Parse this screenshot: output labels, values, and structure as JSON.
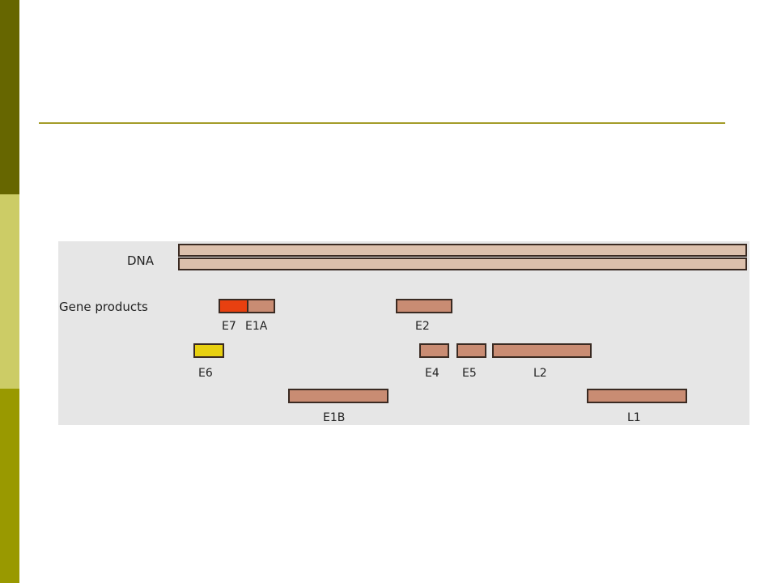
{
  "slide": {
    "colors": {
      "band_top": "#666600",
      "band_middle": "#cccc66",
      "band_bottom": "#999900",
      "rule": "#a39c28"
    }
  },
  "figure": {
    "dna_label": "DNA",
    "gene_products_label": "Gene products",
    "colors": {
      "dna_fill": "#dcc0ac",
      "gene_default": "#c98c73",
      "e7": "#e84010",
      "e6": "#e8d010",
      "outline": "#3a2a22",
      "background": "#e6e6e6"
    },
    "genes": [
      {
        "label": "E7",
        "color": "red"
      },
      {
        "label": "E1A",
        "color": "tan"
      },
      {
        "label": "E2",
        "color": "tan"
      },
      {
        "label": "E6",
        "color": "yellow"
      },
      {
        "label": "E4",
        "color": "tan"
      },
      {
        "label": "E5",
        "color": "tan"
      },
      {
        "label": "L2",
        "color": "tan"
      },
      {
        "label": "E1B",
        "color": "tan"
      },
      {
        "label": "L1",
        "color": "tan"
      }
    ]
  }
}
